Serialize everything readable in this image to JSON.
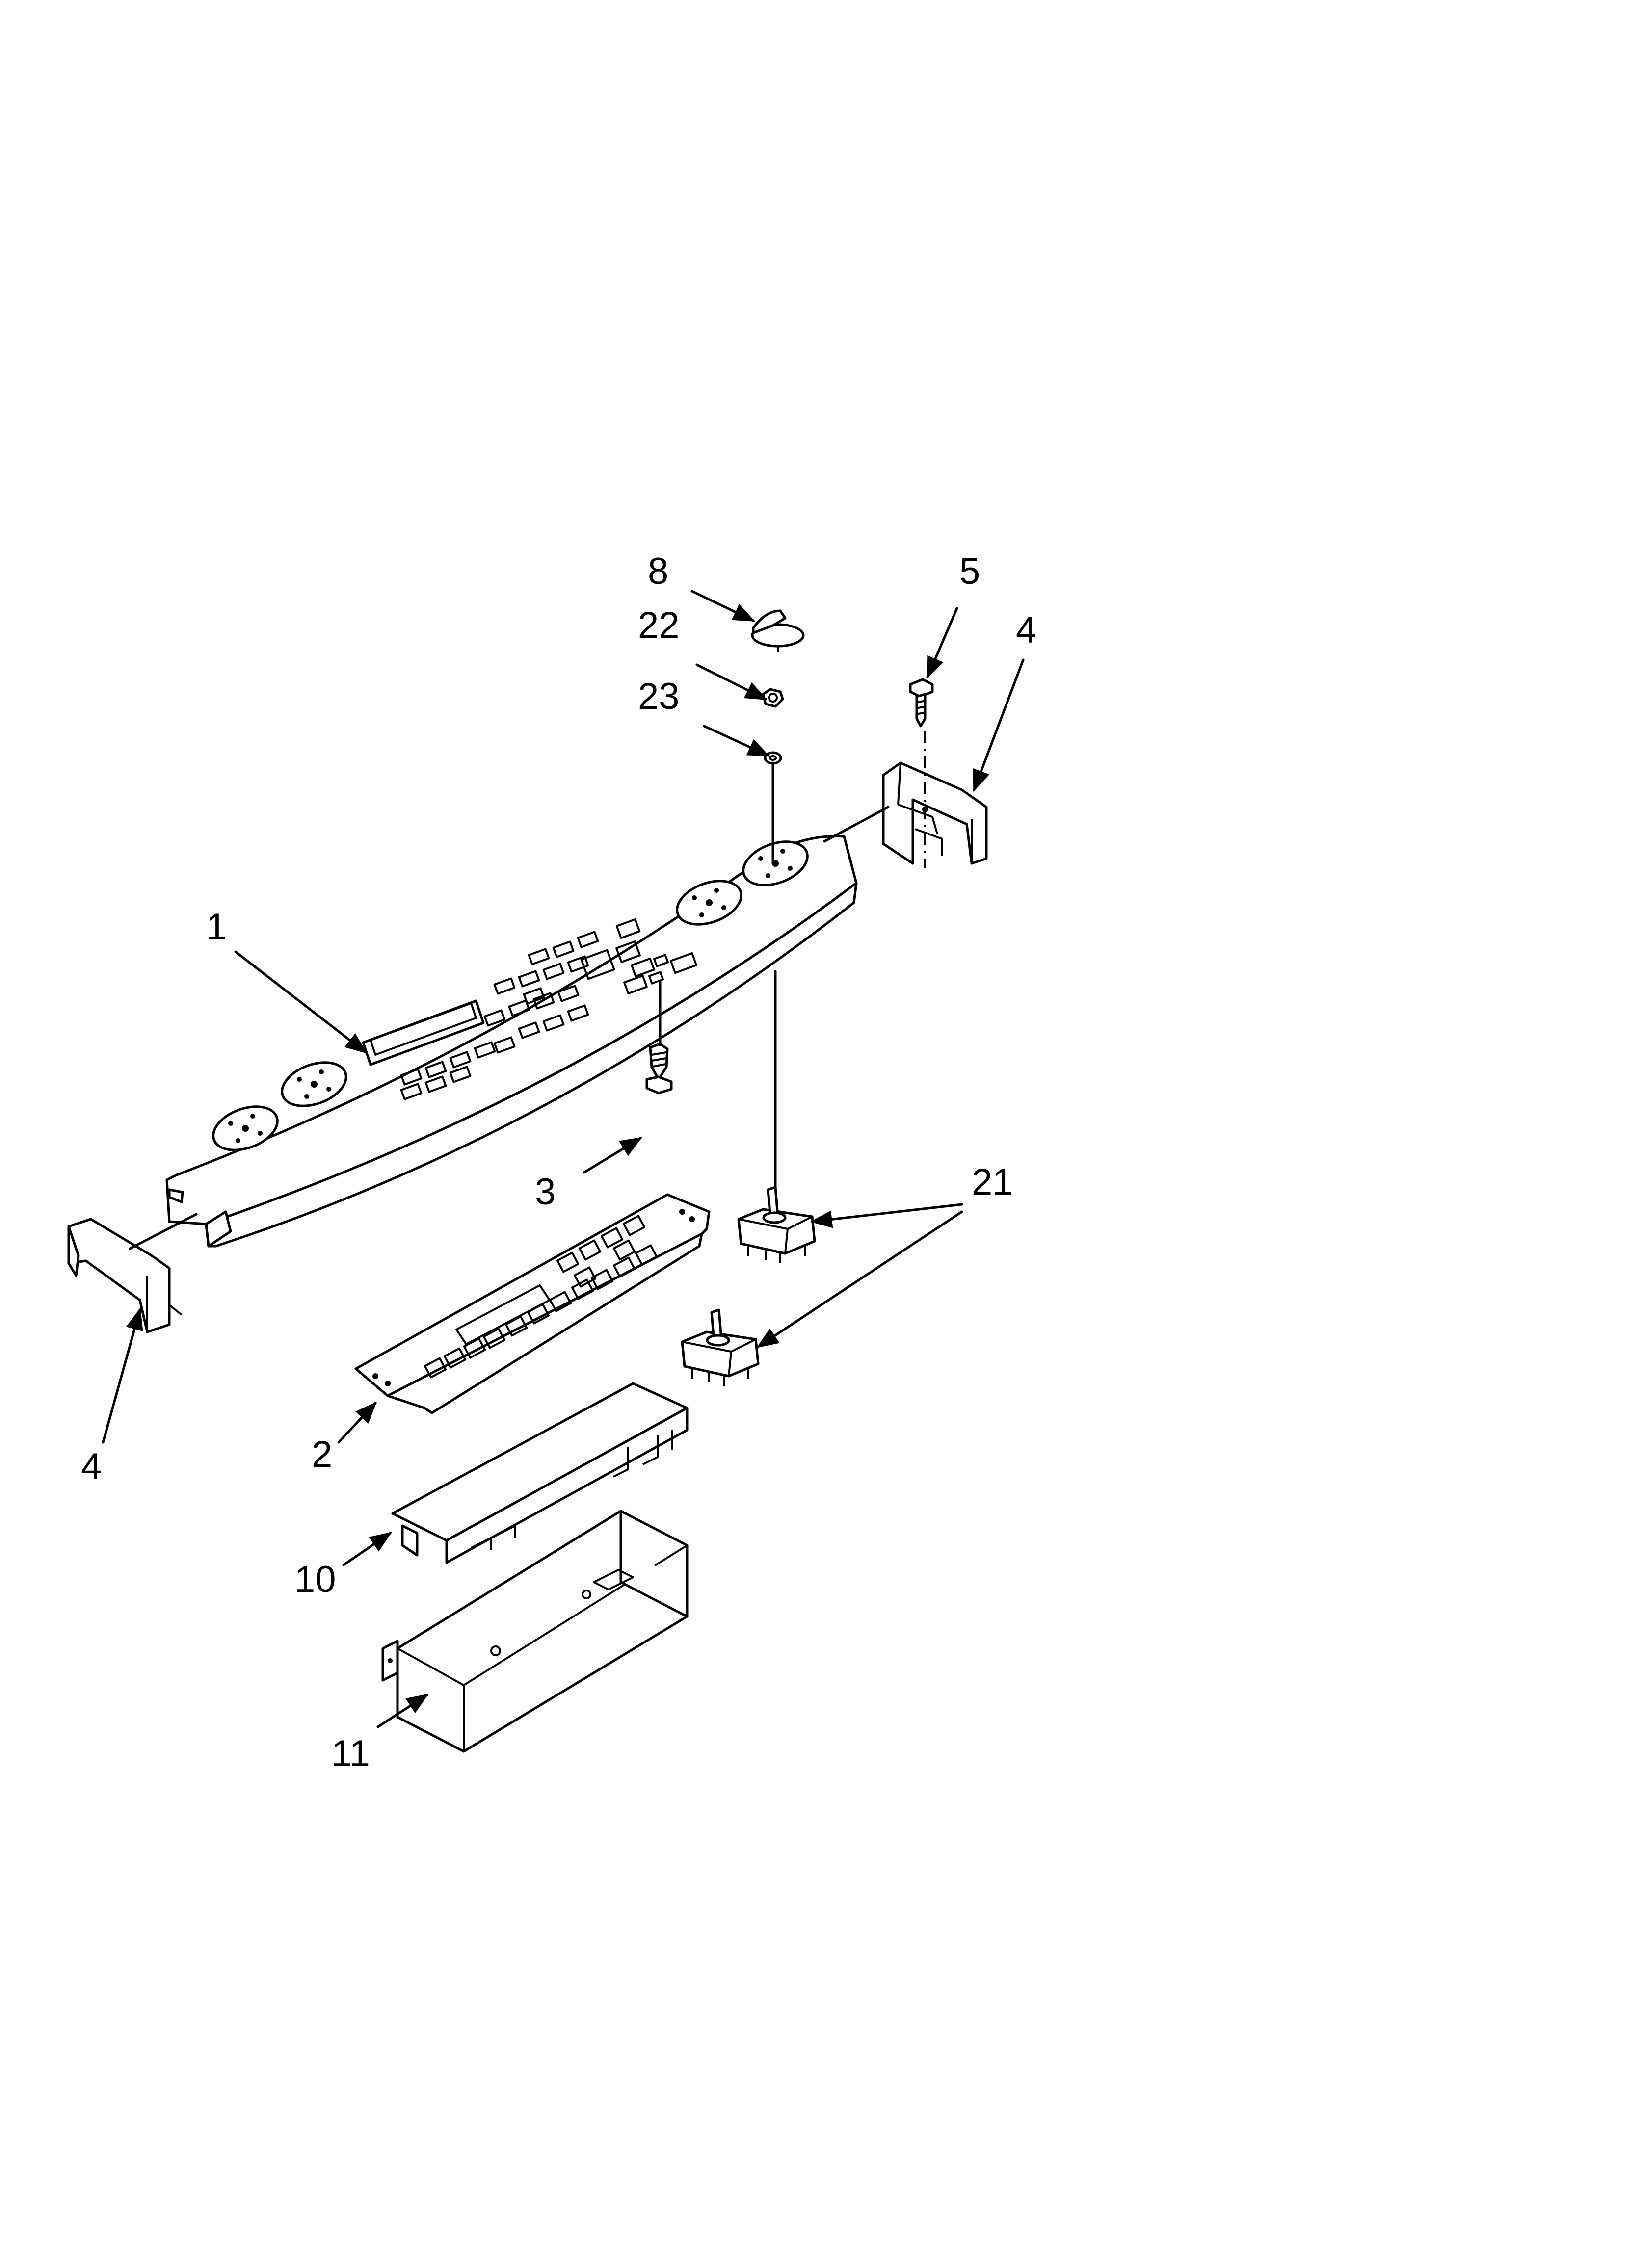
{
  "diagram": {
    "callouts": {
      "part_1": "1",
      "part_2": "2",
      "part_3": "3",
      "part_4_left": "4",
      "part_4_right": "4",
      "part_5": "5",
      "part_8": "8",
      "part_10": "10",
      "part_11": "11",
      "part_21": "21",
      "part_22": "22",
      "part_23": "23"
    },
    "line_color": "#000000",
    "background": "#ffffff"
  }
}
